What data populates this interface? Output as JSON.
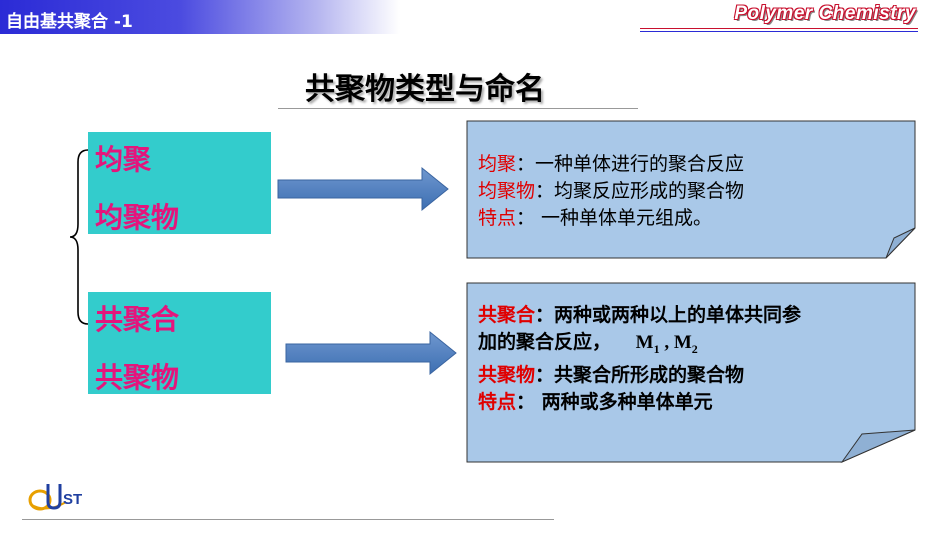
{
  "header": {
    "title": "自由基共聚合 -1",
    "brand": "Polymer Chemistry"
  },
  "page_title": "共聚物类型与命名",
  "homo": {
    "term1": "均聚",
    "term2": "均聚物"
  },
  "copoly": {
    "term1": "共聚合",
    "term2": "共聚物"
  },
  "note1": {
    "l1_key": "均聚",
    "l1_val": "：一种单体进行的聚合反应",
    "l2_key": "均聚物",
    "l2_val": "：均聚反应形成的聚合物",
    "l3_key": "特点",
    "l3_val": "：  一种单体单元组成。"
  },
  "note2": {
    "l1_key": "共聚合",
    "l1_val": "：两种或两种以上的单体共同参",
    "l2_val": "加的聚合反应，",
    "m1": "M",
    "sub1": "1",
    "sep": " , ",
    "m2": "M",
    "sub2": "2",
    "l3_key": "共聚物",
    "l3_val": "：共聚合所形成的聚合物",
    "l4_key": "特点",
    "l4_val": "：    两种或多种单体单元"
  },
  "logo": {
    "text": "QUST"
  },
  "colors": {
    "header_blue": "#2b2bd6",
    "term_pink": "#e4157c",
    "box_cyan": "#33cccc",
    "note_blue": "#a9c8e8",
    "arrow_blue": "#4f81bd",
    "key_red": "#e00000"
  }
}
